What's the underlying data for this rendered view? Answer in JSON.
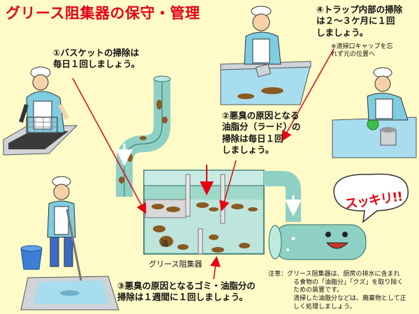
{
  "title": "グリース阻集器の保守・管理",
  "steps": {
    "s1": "①バスケットの掃除は\n毎日１回しましょう。",
    "s2": "②悪臭の原因となる\n油脂分（ラード）の\n掃除は毎日１回\nしましょう。",
    "s3": "③悪臭の原因となるゴミ・油脂分の\n掃除は１週間に１回しましょう。",
    "s4": "④トラップ内部の掃除\nは２〜３ケ月に１回\nしましょう。",
    "s4_note": "※清掃口キャップを忘\nれず元の位置へ"
  },
  "tank_label": "グリース阻集器",
  "oil_char": "油",
  "sukkiri": "スッキリ!!",
  "note": {
    "l1": "注意：グリース阻集器は、厨房の排水に含まれ",
    "l2": "る食物の「油脂分」「クズ」を取り除く",
    "l3": "ための装置です。",
    "l4": "清掃した油脂分などは、廃棄物として正",
    "l5": "しく処理しましょう。"
  },
  "colors": {
    "title": "#e60012",
    "background": "#fefbc9",
    "water": "#a8dcef",
    "pipe": "#8fd0c4",
    "tank": "#9ed8c8",
    "arrow": "#e60012",
    "grease": "#8a5a20"
  }
}
